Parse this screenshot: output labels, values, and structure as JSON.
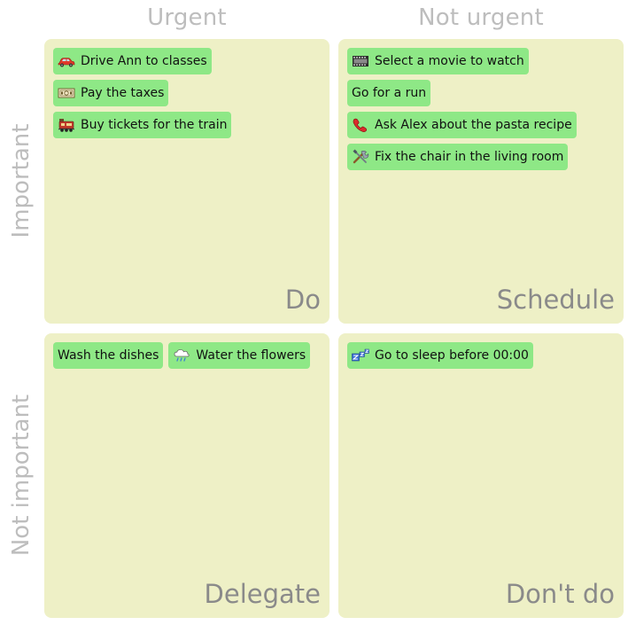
{
  "columns": {
    "urgent": "Urgent",
    "not_urgent": "Not urgent"
  },
  "rows": {
    "important": "Important",
    "not_important": "Not important"
  },
  "quadrants": {
    "do": {
      "label": "Do",
      "tasks": [
        {
          "text": "Drive Ann to classes",
          "icon": "car-icon"
        },
        {
          "text": "Pay the taxes",
          "icon": "money-bill-icon"
        },
        {
          "text": "Buy tickets for the train",
          "icon": "train-icon"
        }
      ]
    },
    "schedule": {
      "label": "Schedule",
      "tasks": [
        {
          "text": "Select a movie to watch",
          "icon": "film-icon"
        },
        {
          "text": "Go for a run",
          "icon": ""
        },
        {
          "text": "Ask Alex about the pasta recipe",
          "icon": "phone-icon"
        },
        {
          "text": "Fix the chair in the living room",
          "icon": "tools-icon"
        }
      ]
    },
    "delegate": {
      "label": "Delegate",
      "tasks": [
        {
          "text": "Wash the dishes",
          "icon": ""
        },
        {
          "text": "Water the flowers",
          "icon": "rain-cloud-icon"
        }
      ]
    },
    "dont_do": {
      "label": "Don't do",
      "tasks": [
        {
          "text": "Go to sleep before 00:00",
          "icon": "sleep-zzz-icon"
        }
      ]
    }
  },
  "colors": {
    "quadrant_bg": "#eef0c6",
    "task_bg": "#8ee886",
    "header_text": "#bdbdbd",
    "quadrant_label": "#8a8a8a"
  }
}
